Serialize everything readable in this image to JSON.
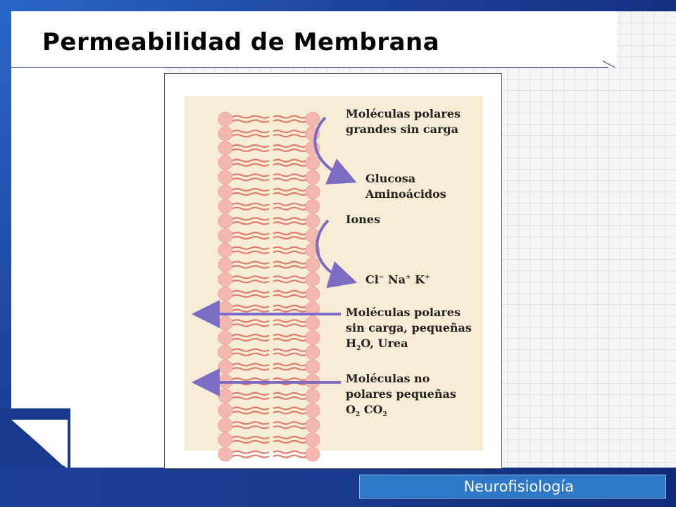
{
  "slide": {
    "title": "Permeabilidad de Membrana",
    "footer": "Neurofisiología"
  },
  "figure": {
    "labels": {
      "group1_line1": "Moléculas polares",
      "group1_line2": "grandes sin carga",
      "group1_sub1": "Glucosa",
      "group1_sub2": "Aminoácidos",
      "group2_line1": "Iones",
      "group2_ion_cl": "Cl",
      "group2_ion_na": "Na",
      "group2_ion_k": "K",
      "group3_line1": "Moléculas polares",
      "group3_line2": "sin carga, pequeñas",
      "group3_h": "H",
      "group3_rest": "O, Urea",
      "group4_line1": "Moléculas no",
      "group4_line2": "polares pequeñas",
      "group4_o": "O",
      "group4_co": "CO"
    },
    "colors": {
      "arrow": "#7c6cc4",
      "head": "#f2b8b0",
      "tail": "#e07c6e",
      "background": "#f7ecd5"
    }
  }
}
